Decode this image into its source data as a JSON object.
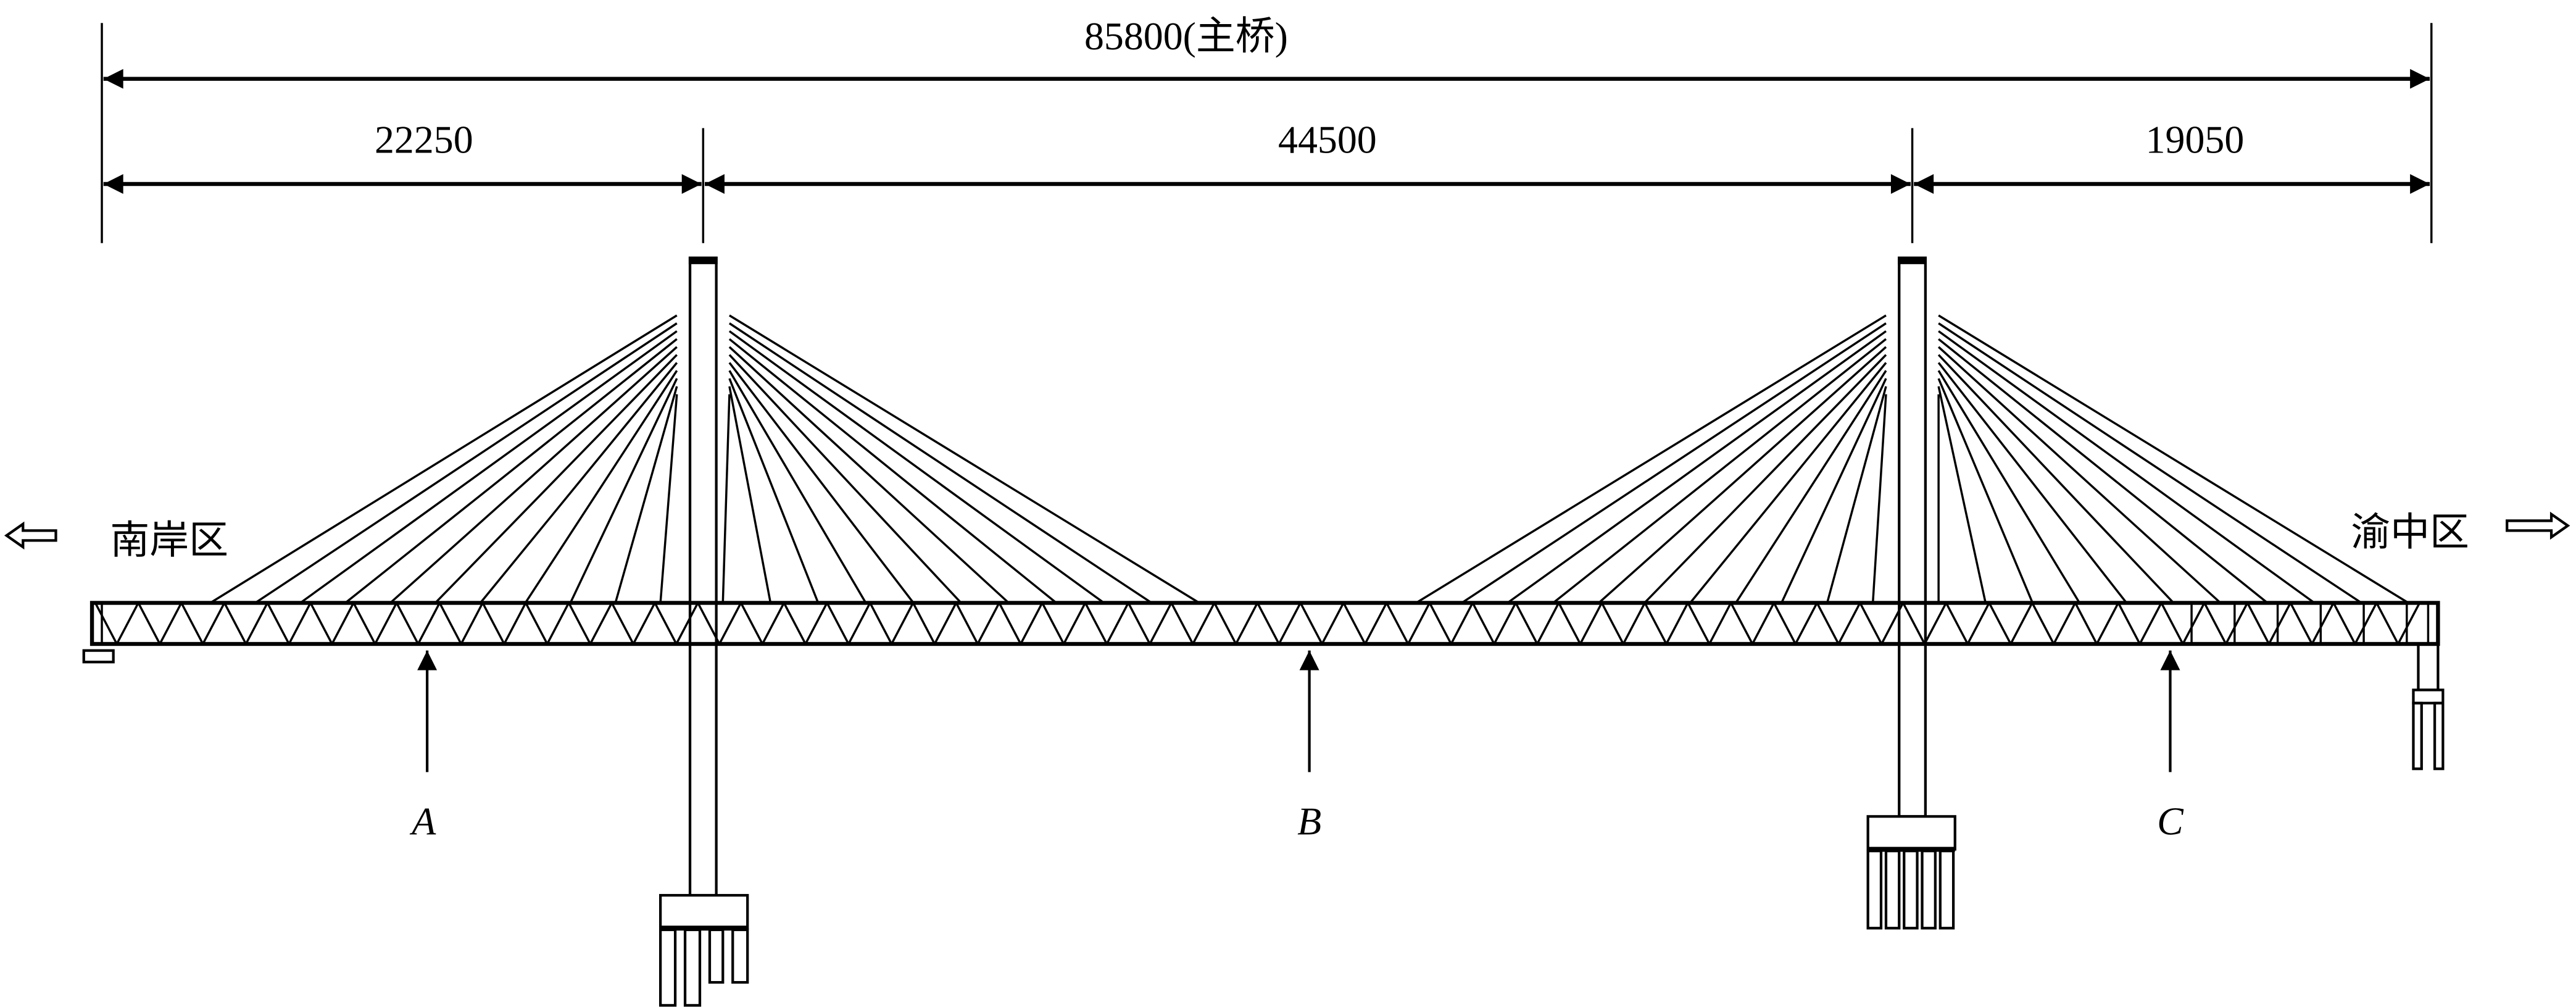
{
  "dimensions": {
    "total": "85800(主桥)",
    "span_left": "22250",
    "span_main": "44500",
    "span_right": "19050"
  },
  "banks": {
    "left": "南岸区",
    "right": "渝中区"
  },
  "sections": [
    "A",
    "B",
    "C"
  ],
  "icons": {
    "left_arrow": "hollow-arrow-left",
    "right_arrow": "hollow-arrow-right"
  },
  "colors": {
    "line": "#000000",
    "background": "#ffffff"
  }
}
